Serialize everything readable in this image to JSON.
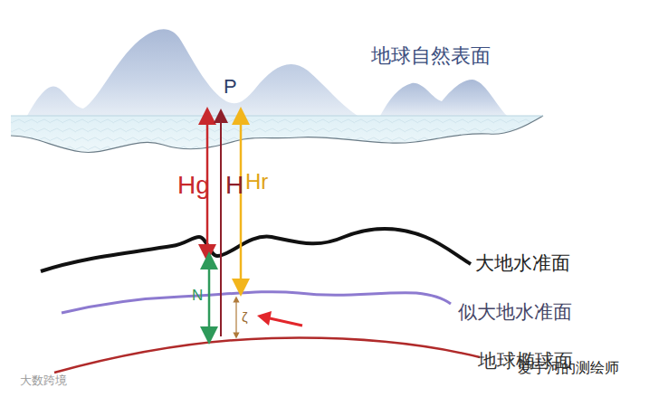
{
  "diagram": {
    "labels": [
      "地球自然表面",
      "P",
      "Hg",
      "H",
      "Hr",
      "大地水准面",
      "N",
      "ζ",
      "似大地水准面",
      "地球椭球面",
      "爱宇河的测绘师",
      "大数跨境"
    ]
  }
}
